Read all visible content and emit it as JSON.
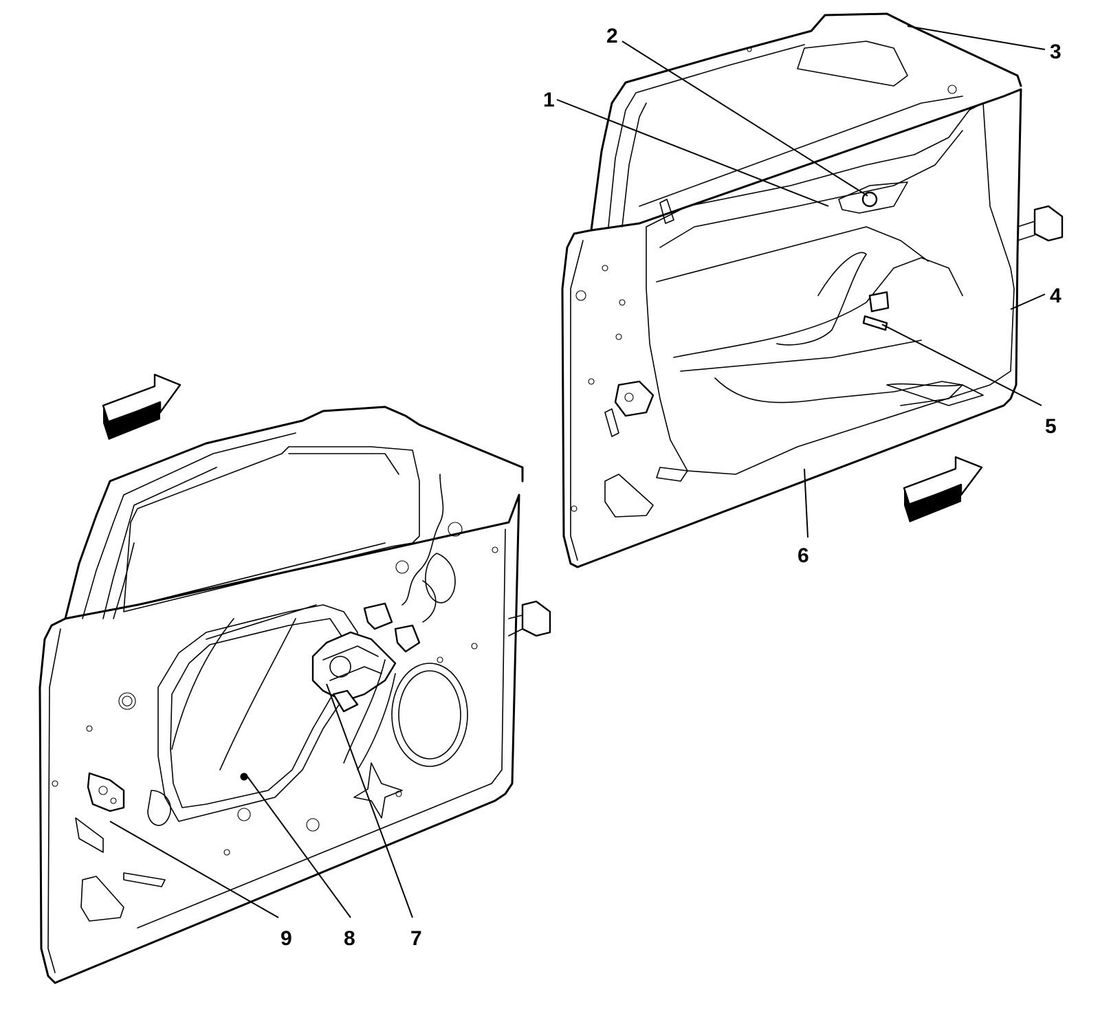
{
  "callouts": [
    {
      "id": "1",
      "label": "1"
    },
    {
      "id": "2",
      "label": "2"
    },
    {
      "id": "3",
      "label": "3"
    },
    {
      "id": "4",
      "label": "4"
    },
    {
      "id": "5",
      "label": "5"
    },
    {
      "id": "6",
      "label": "6"
    },
    {
      "id": "7",
      "label": "7"
    },
    {
      "id": "8",
      "label": "8"
    },
    {
      "id": "9",
      "label": "9"
    }
  ],
  "views": [
    {
      "name": "door-inner-panel-trim-removed",
      "direction_arrow": "front-arrow"
    },
    {
      "name": "door-with-trim-panel",
      "direction_arrow": "front-arrow"
    }
  ],
  "colors": {
    "line": "#000000",
    "background": "#ffffff"
  }
}
